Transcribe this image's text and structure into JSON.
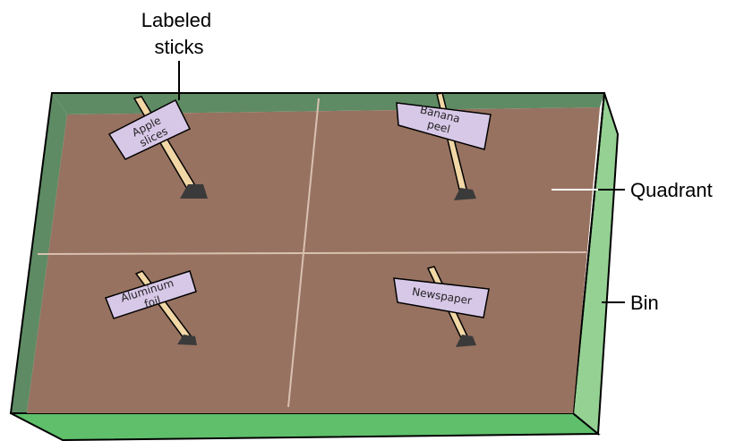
{
  "callouts": {
    "labeled_sticks_line1": "Labeled",
    "labeled_sticks_line2": "sticks",
    "quadrant": "Quadrant",
    "bin": "Bin"
  },
  "signs": {
    "apple_line1": "Apple",
    "apple_line2": "slices",
    "banana_line1": "Banana",
    "banana_line2": "peel",
    "aluminum_line1": "Aluminum",
    "aluminum_line2": "foil",
    "newspaper_line1": "Newspaper"
  },
  "colors": {
    "bin_green": "#5fbf6a",
    "bin_light_green": "#94d193",
    "bin_dark_green": "#5e8b64",
    "soil_brown": "#977260",
    "divider_line": "#d9c0b0",
    "sign_lavender": "#d8c8e8",
    "stick_tan": "#f2d7a6",
    "stick_shadow": "#3a3a3a"
  }
}
